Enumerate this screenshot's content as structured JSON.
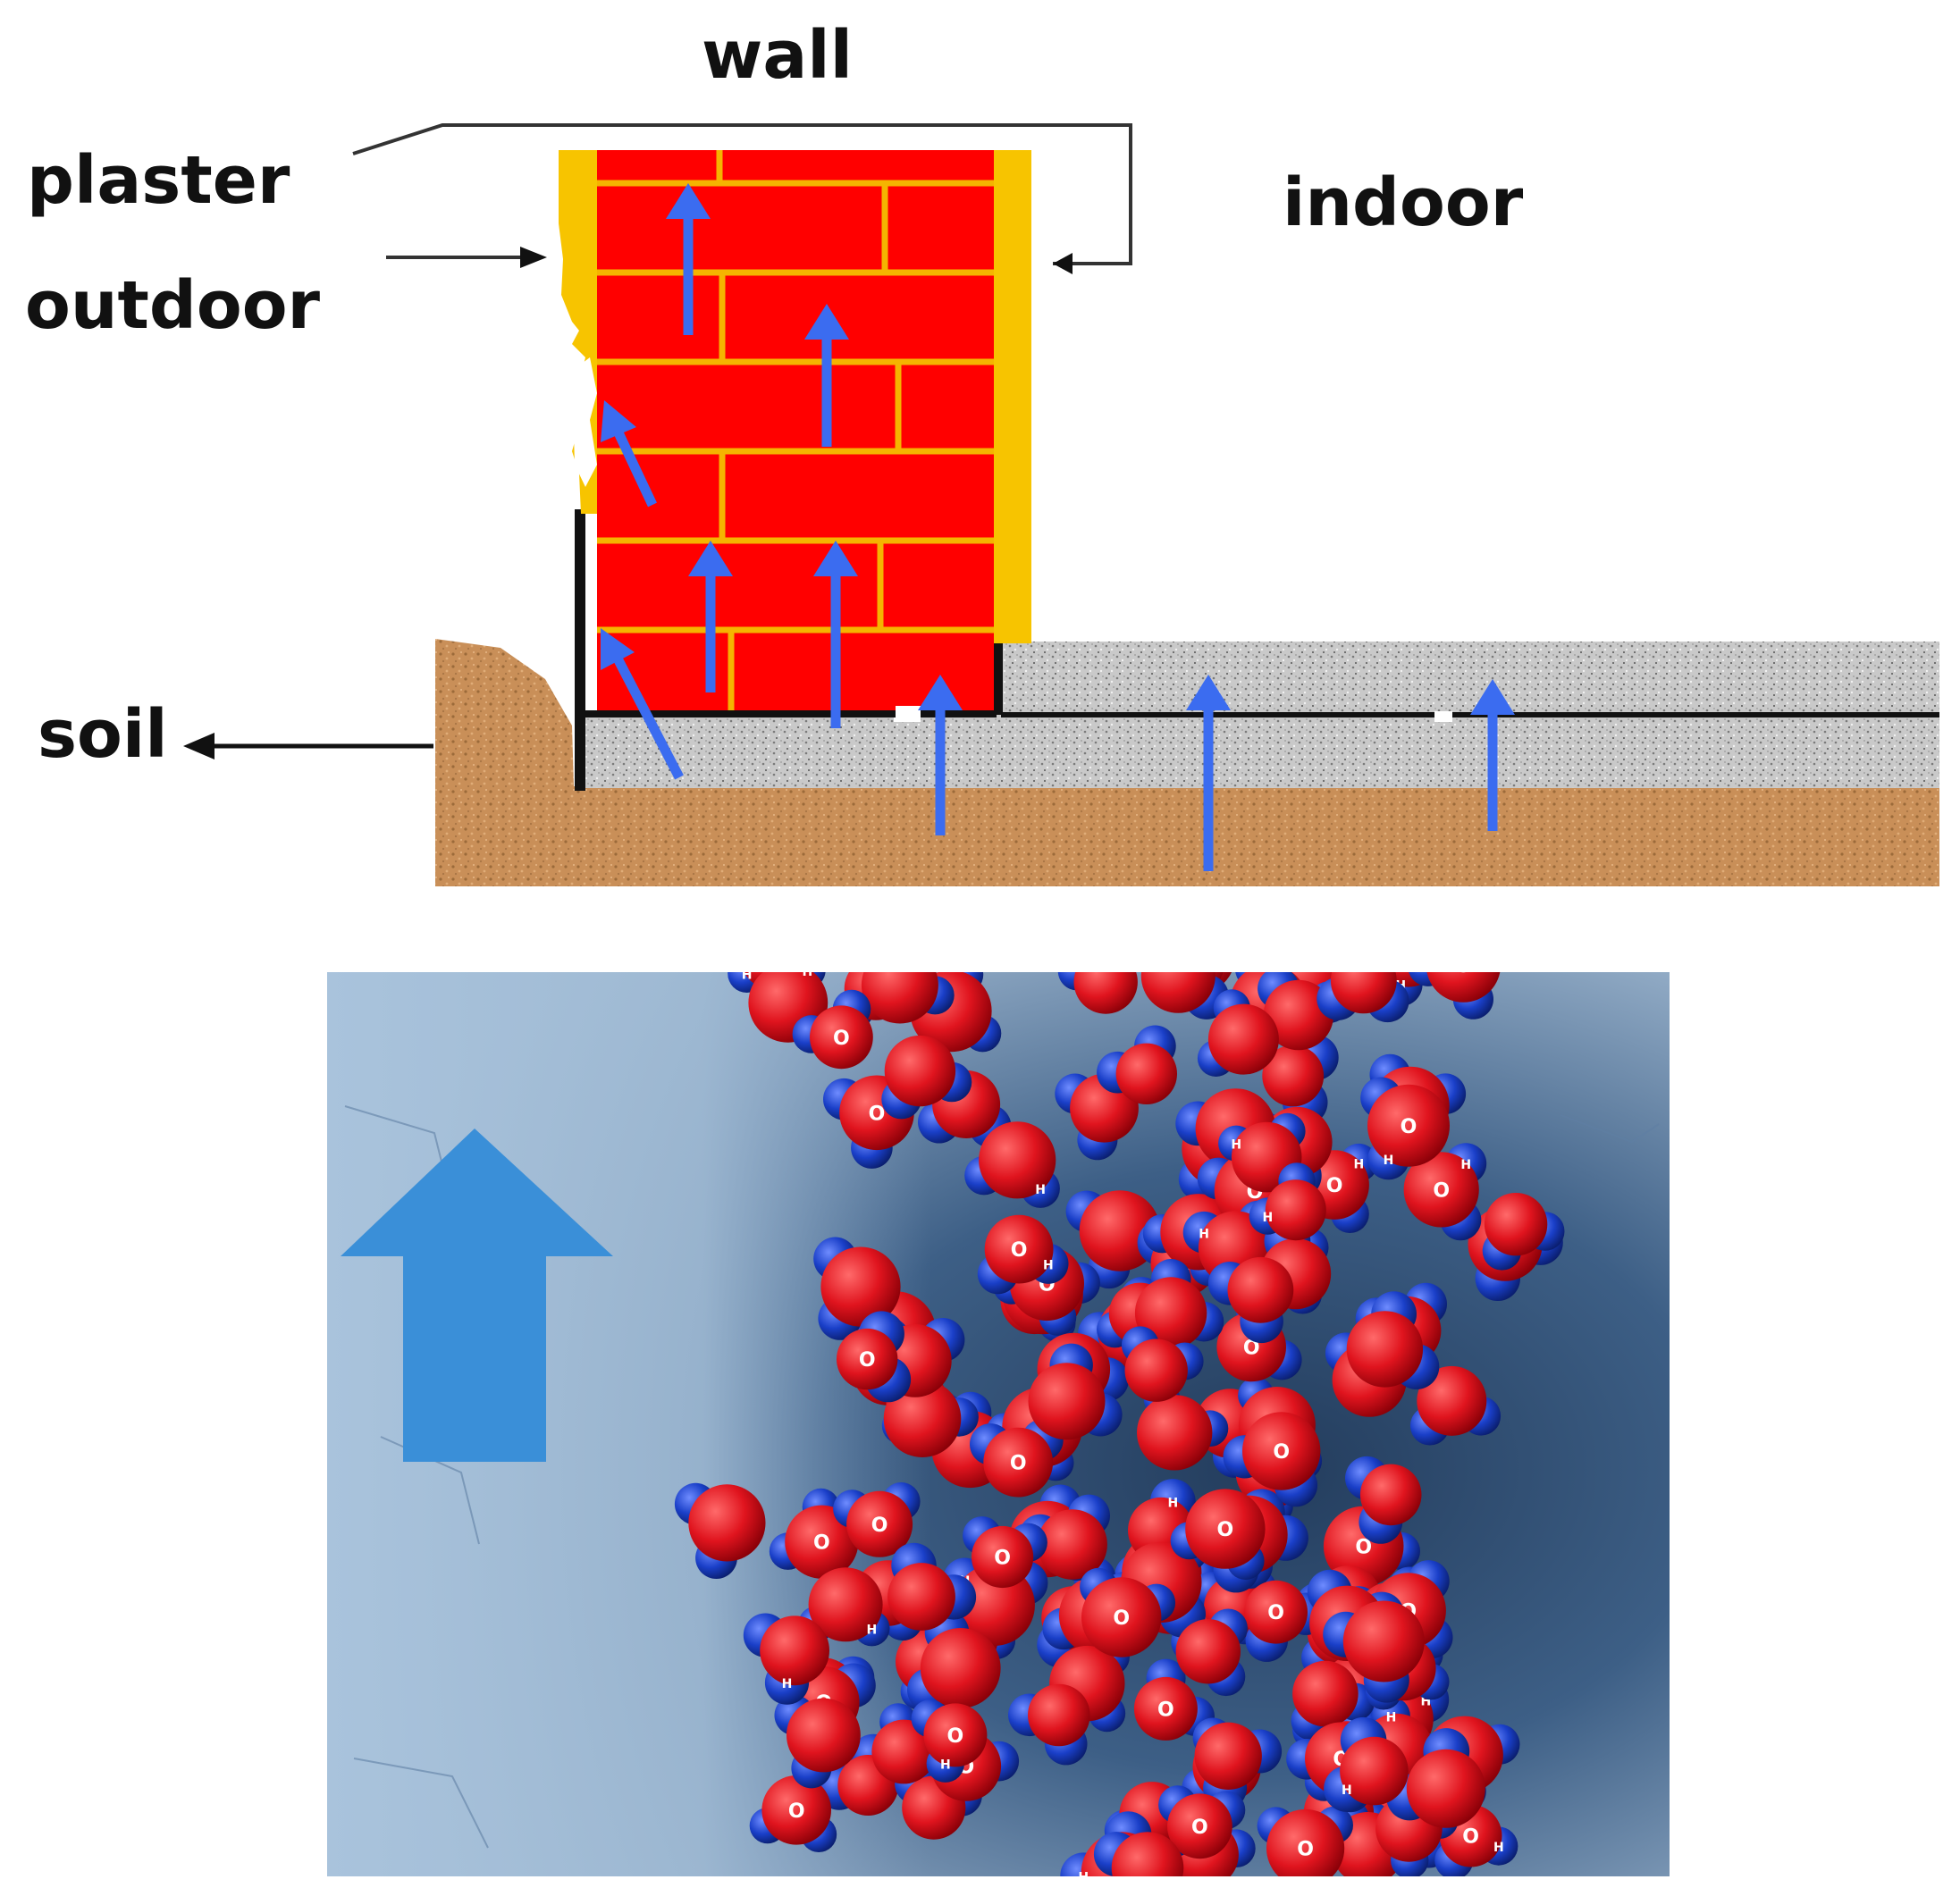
{
  "labels": {
    "wall": "wall",
    "plaster": "plaster",
    "outdoor": "outdoor",
    "indoor": "indoor",
    "soil": "soil"
  },
  "molecule_labels": {
    "oxygen": "O",
    "hydrogen": "H"
  },
  "colors": {
    "brick": "#ff0000",
    "mortar": "#f5b400",
    "plaster": "#f7c400",
    "moisture_arrow": "#3b6cf0",
    "big_arrow": "#3a8fd8",
    "soil": "#c98f58",
    "gravel": "#c8c8c8",
    "oxygen_atom": "#e0141e",
    "hydrogen_atom": "#1a3fc8",
    "concrete_bg": "#9fb8d0"
  },
  "icons": {
    "moisture": "up-arrow-icon",
    "rising_damp": "big-up-arrow-icon"
  }
}
